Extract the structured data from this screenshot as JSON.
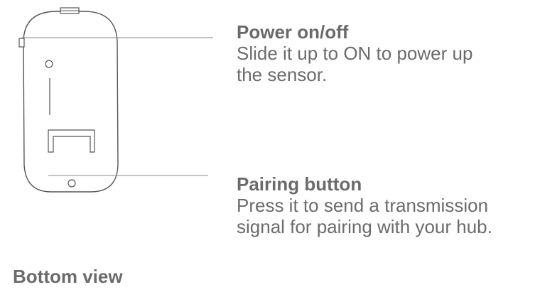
{
  "callouts": {
    "power": {
      "title": "Power on/off",
      "desc_line1": "Slide it up to ON to power up",
      "desc_line2": "the sensor."
    },
    "pairing": {
      "title": "Pairing button",
      "desc_line1": "Press it to send a transmission",
      "desc_line2": "signal for pairing with your hub."
    }
  },
  "caption": "Bottom view",
  "colors": {
    "text": "#6b6b6b",
    "outline": "#555555",
    "leader_line": "#8a8a8a"
  },
  "icons": [
    "sensor-device-outline",
    "power-switch-icon",
    "pairing-button-icon"
  ]
}
